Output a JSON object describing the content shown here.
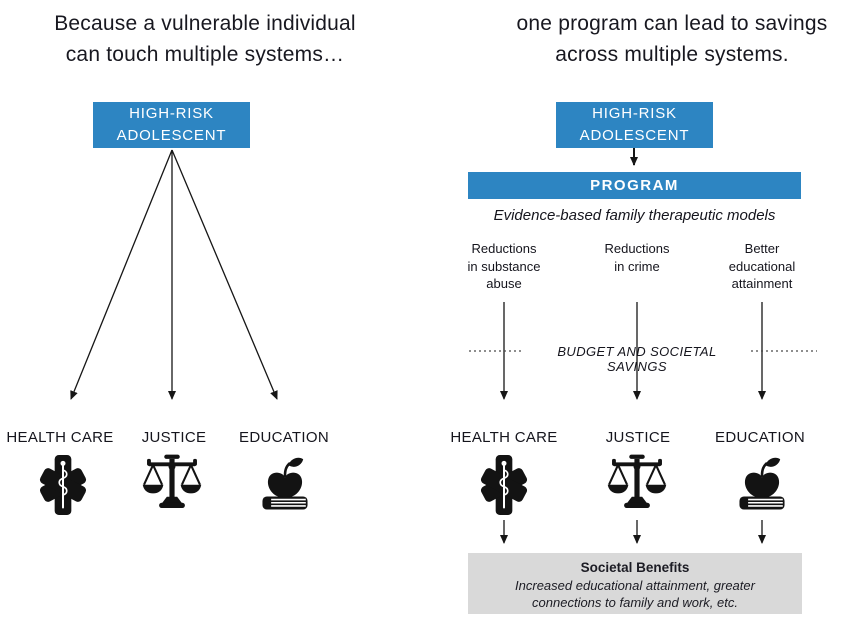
{
  "colors": {
    "accent_blue": "#2d85c2",
    "icon_black": "#131313",
    "benefits_gray": "#d9d9d9",
    "text_dark": "#1c1c24"
  },
  "left": {
    "title": "Because a vulnerable individual\ncan touch multiple systems…",
    "risk_box": "HIGH-RISK\nADOLESCENT",
    "systems": [
      {
        "label": "HEALTH CARE",
        "icon": "star-of-life-icon"
      },
      {
        "label": "JUSTICE",
        "icon": "scales-icon"
      },
      {
        "label": "EDUCATION",
        "icon": "apple-book-icon"
      }
    ]
  },
  "right": {
    "title": "one program can lead to savings\nacross multiple systems.",
    "risk_box": "HIGH-RISK\nADOLESCENT",
    "program_label": "PROGRAM",
    "program_subtitle": "Evidence-based family therapeutic models",
    "outcomes": [
      "Reductions\nin substance\nabuse",
      "Reductions\nin crime",
      "Better\neducational\nattainment"
    ],
    "savings_band": "BUDGET AND SOCIETAL SAVINGS",
    "systems": [
      {
        "label": "HEALTH CARE",
        "icon": "star-of-life-icon"
      },
      {
        "label": "JUSTICE",
        "icon": "scales-icon"
      },
      {
        "label": "EDUCATION",
        "icon": "apple-book-icon"
      }
    ],
    "benefits_box": {
      "title": "Societal Benefits",
      "body": "Increased educational attainment, greater\nconnections to family and work, etc."
    }
  }
}
